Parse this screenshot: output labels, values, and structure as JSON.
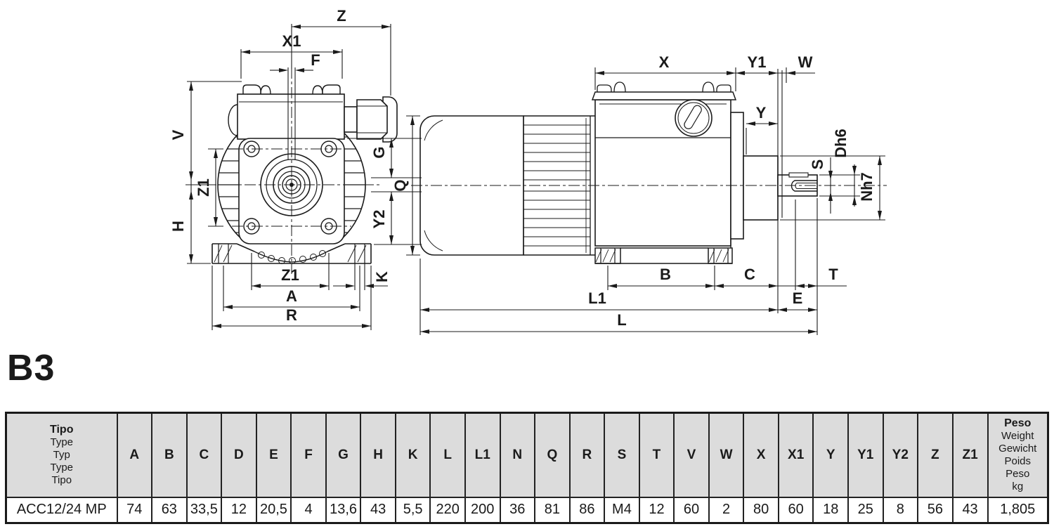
{
  "heading": {
    "mounting_code": "B3"
  },
  "drawing": {
    "labels": {
      "z": "Z",
      "x1": "X1",
      "f": "F",
      "v": "V",
      "h": "H",
      "z1": "Z1",
      "g": "G",
      "q": "Q",
      "y2": "Y2",
      "k": "K",
      "a": "A",
      "r": "R",
      "x": "X",
      "y1": "Y1",
      "w": "W",
      "y": "Y",
      "dh6": "Dh6",
      "s": "S",
      "nh7": "Nh7",
      "b": "B",
      "c": "C",
      "t": "T",
      "l1": "L1",
      "e": "E",
      "l": "L"
    }
  },
  "table": {
    "type_header": {
      "main": "Tipo",
      "alts": "Type\nTyp\nType\nTipo"
    },
    "weight_header": {
      "main": "Peso",
      "alts": "Weight\nGewicht\nPoids\nPeso\nkg"
    },
    "columns": [
      "A",
      "B",
      "C",
      "D",
      "E",
      "F",
      "G",
      "H",
      "K",
      "L",
      "L1",
      "N",
      "Q",
      "R",
      "S",
      "T",
      "V",
      "W",
      "X",
      "X1",
      "Y",
      "Y1",
      "Y2",
      "Z",
      "Z1"
    ],
    "row": {
      "type": "ACC12/24 MP",
      "values": [
        "74",
        "63",
        "33,5",
        "12",
        "20,5",
        "4",
        "13,6",
        "43",
        "5,5",
        "220",
        "200",
        "36",
        "81",
        "86",
        "M4",
        "12",
        "60",
        "2",
        "80",
        "60",
        "18",
        "25",
        "8",
        "56",
        "43"
      ],
      "weight": "1,805"
    }
  },
  "colors": {
    "ink": "#1a1a1a",
    "table_header_bg": "#dcdcdc",
    "background": "#ffffff"
  }
}
